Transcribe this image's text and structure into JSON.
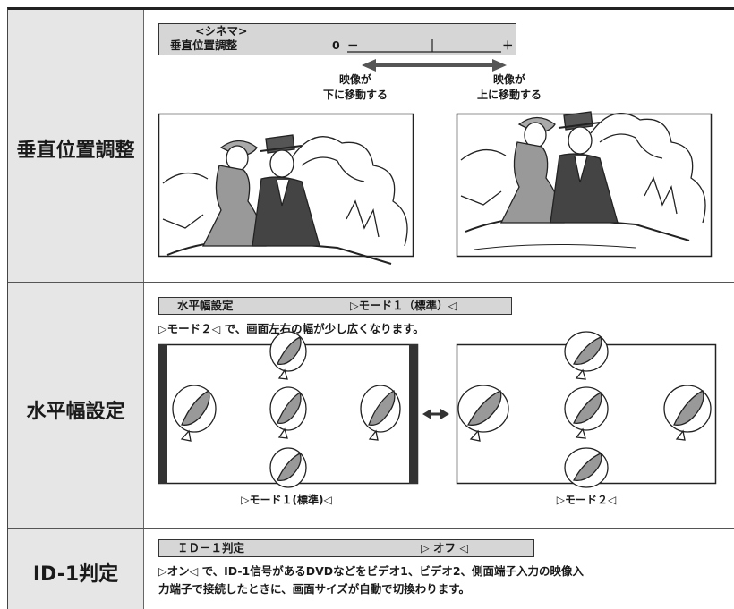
{
  "rows": {
    "vertical": {
      "label": "垂直位置調整",
      "osd_mode": "<シネマ>",
      "osd_name": "垂直位置調整",
      "osd_value": "0",
      "osd_minus": "－",
      "osd_plus": "＋",
      "caption_down_1": "映像が",
      "caption_down_2": "下に移動する",
      "caption_up_1": "映像が",
      "caption_up_2": "上に移動する"
    },
    "horizontal": {
      "label": "水平幅設定",
      "osd_name": "水平幅設定",
      "osd_value": "▷モード１（標準）◁",
      "note": "▷モード２◁ で、画面左右の幅が少し広くなります。",
      "caption_mode1": "▷モード１(標準)◁",
      "caption_mode2": "▷モード２◁"
    },
    "id1": {
      "label": "ID-1判定",
      "osd_name": "ＩＤ－１判定",
      "osd_value": "▷ オフ ◁",
      "note_line1": "▷オン◁ で、ID-1信号があるDVDなどをビデオ1、ビデオ2、側面端子入力の映像入",
      "note_line2": "力端子で接続したときに、画面サイズが自動で切換わります。"
    }
  },
  "colors": {
    "label_bg": "#e6e6e6",
    "osd_bg": "#d6d6d6",
    "line": "#333333"
  }
}
